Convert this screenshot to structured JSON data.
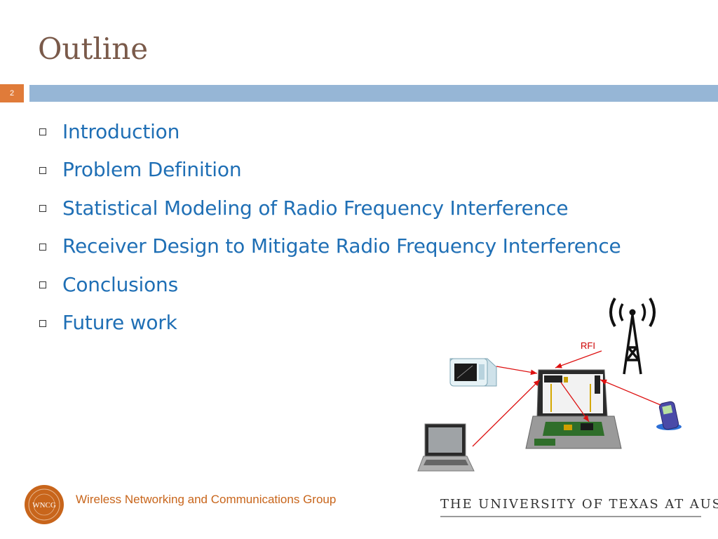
{
  "slide": {
    "title": "Outline",
    "number": "2",
    "colors": {
      "title": "#7a5a4a",
      "bullet_text": "#1f6fb5",
      "accent_bar": "#96b6d6",
      "number_box": "#e07b39",
      "footer": "#c8651b"
    }
  },
  "bullets": [
    "Introduction",
    "Problem Definition",
    "Statistical Modeling of Radio Frequency Interference",
    "Receiver Design to Mitigate Radio Frequency Interference",
    "Conclusions",
    "Future work"
  ],
  "diagram": {
    "label": "RFI",
    "icons": [
      "antenna-tower-icon",
      "microwave-icon",
      "laptop-icon",
      "open-laptop-board-icon",
      "mobile-phone-icon"
    ]
  },
  "footer": {
    "logo_text": "WNCG",
    "org_name": "Wireless Networking and Communications Group",
    "university": "THE UNIVERSITY OF TEXAS AT AUSTIN"
  }
}
